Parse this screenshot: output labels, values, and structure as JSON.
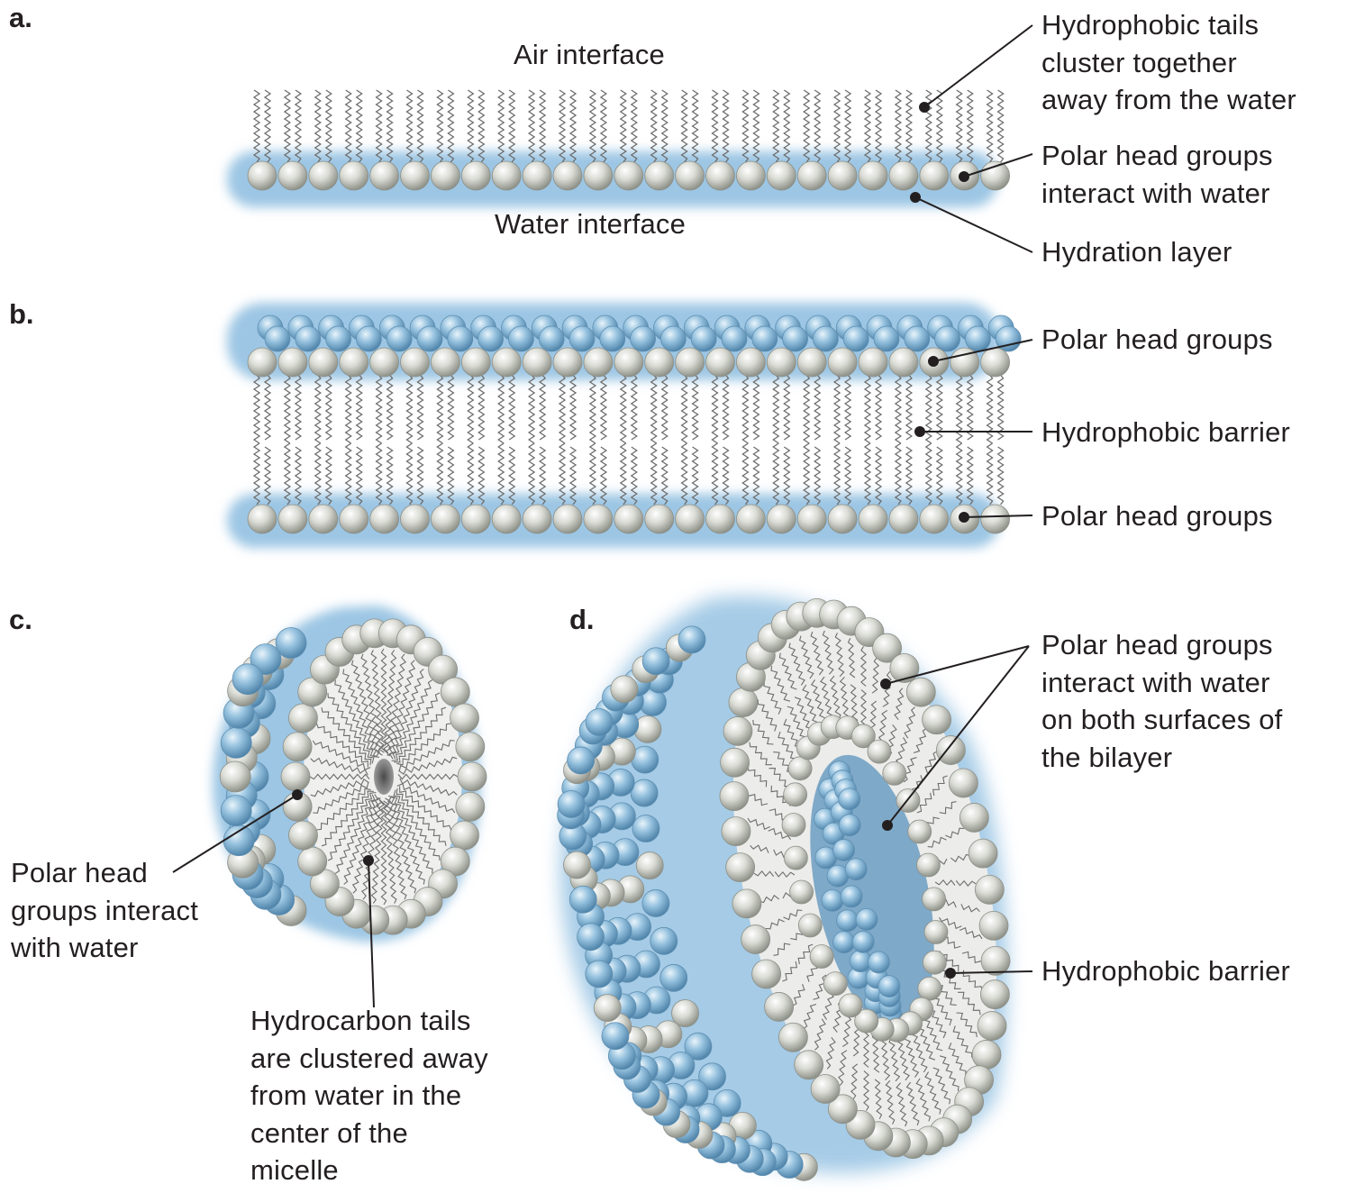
{
  "panels": {
    "a": {
      "letter": "a.",
      "air_label": "Air interface",
      "water_label": "Water interface",
      "callouts": {
        "tails": "Hydrophobic tails\ncluster together\naway from the water",
        "heads": "Polar head groups\ninteract with water",
        "hydration": "Hydration layer"
      }
    },
    "b": {
      "letter": "b.",
      "callouts": {
        "top_heads": "Polar head groups",
        "barrier": "Hydrophobic barrier",
        "bottom_heads": "Polar head groups"
      }
    },
    "c": {
      "letter": "c.",
      "callouts": {
        "heads": "Polar head\ngroups interact\nwith water",
        "tails": "Hydrocarbon tails\nare clustered away\nfrom water in the\ncenter of the\nmicelle"
      }
    },
    "d": {
      "letter": "d.",
      "callouts": {
        "heads": "Polar head groups\ninteract with water\non both surfaces of\nthe bilayer",
        "barrier": "Hydrophobic barrier"
      }
    }
  },
  "colors": {
    "head_gray": "#c9cbc3",
    "head_blue": "#8fbbd8",
    "water_glow": "#9cc6e4",
    "tail_line": "#6d6d6d",
    "text": "#231f20"
  }
}
